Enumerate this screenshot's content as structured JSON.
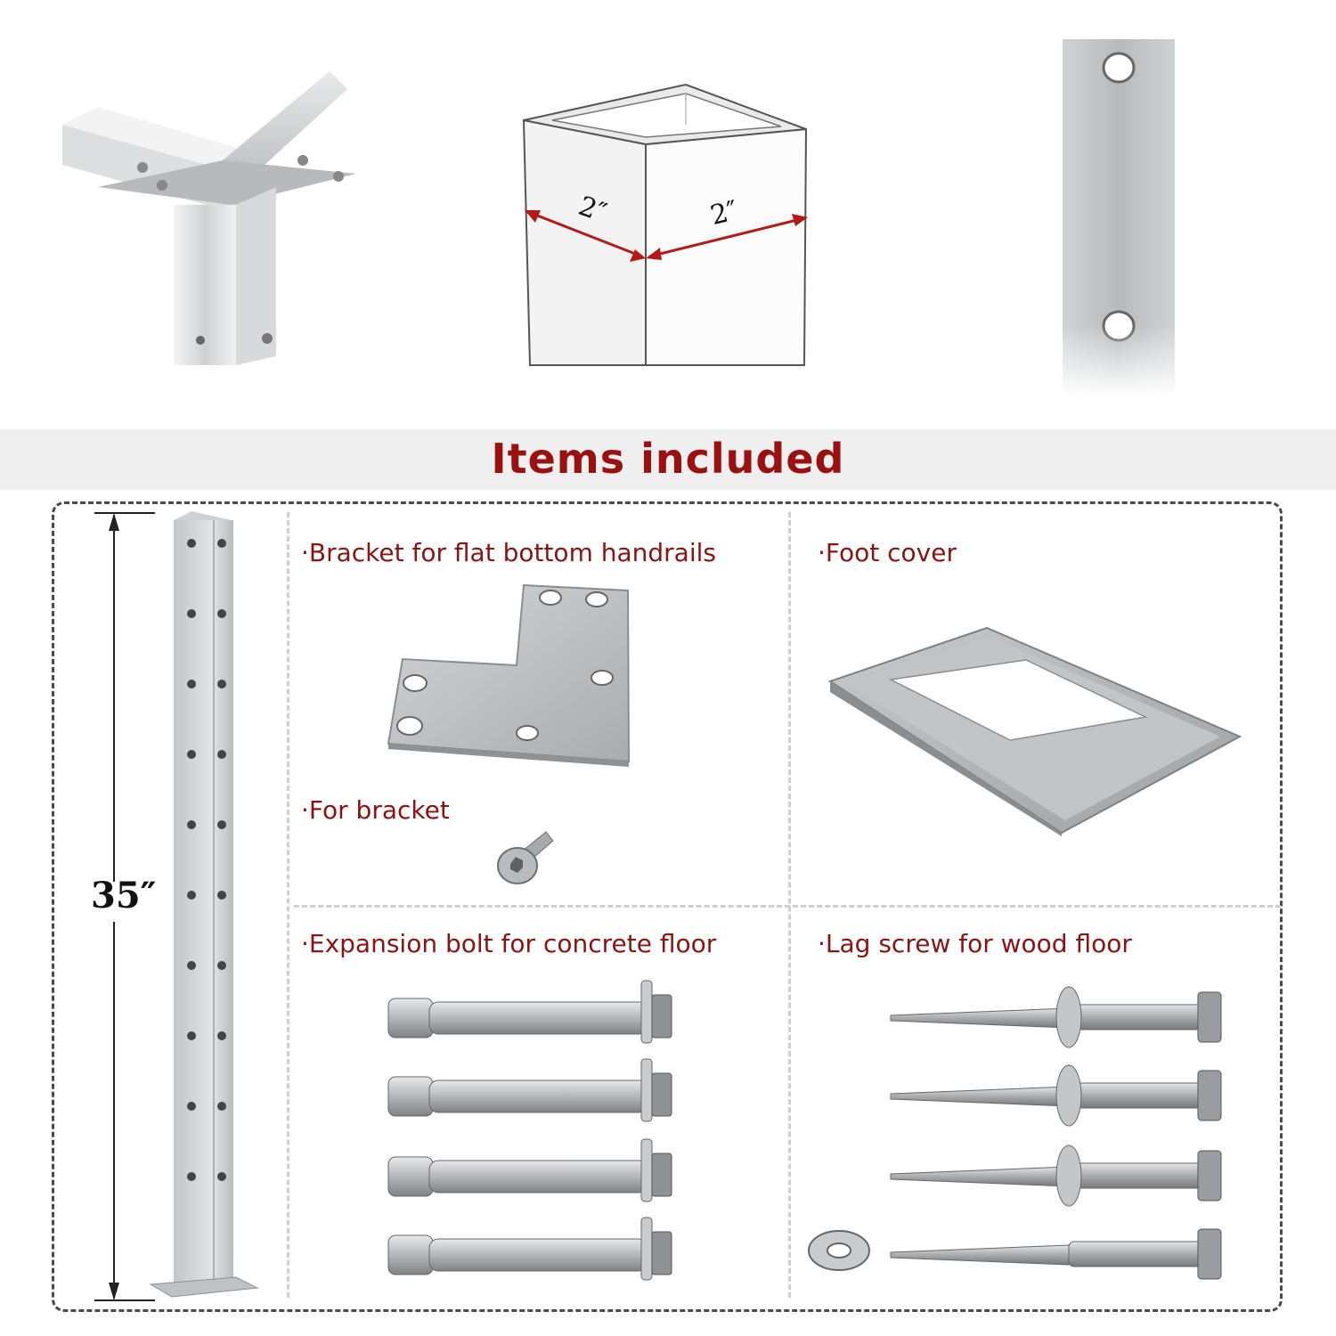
{
  "top_dimensions": {
    "width_a": "2″",
    "width_b": "2″"
  },
  "section_title": "Items included",
  "post": {
    "height_label": "35″"
  },
  "items": {
    "bracket": "·Bracket for flat bottom handrails",
    "foot_cover": "·Foot cover",
    "for_bracket": "·For bracket",
    "expansion_bolt": "·Expansion bolt for concrete floor",
    "lag_screw": "·Lag screw for wood floor"
  }
}
